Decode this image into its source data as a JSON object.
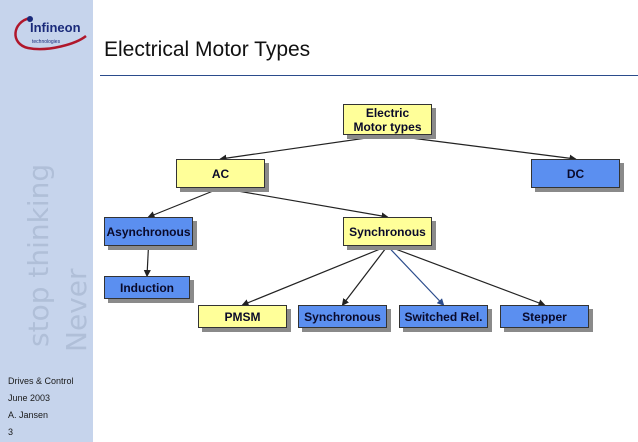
{
  "slide": {
    "title": "Electrical Motor Types",
    "page_number": "3"
  },
  "sidebar": {
    "logo_text": "Infineon technologies",
    "watermark": "Never stop thinking",
    "footer": [
      "Drives & Control",
      "June 2003",
      "A. Jansen",
      "3"
    ]
  },
  "colors": {
    "yellow": "#ffff99",
    "blue": "#5b8ff0",
    "sidebar": "#c6d4ec",
    "line": "#222222",
    "highlight_line": "#2b4c8c"
  },
  "nodes": {
    "root": {
      "label_1": "Electric",
      "label_2": "Motor types",
      "fill": "yellow"
    },
    "ac": {
      "label": "AC",
      "fill": "yellow"
    },
    "dc": {
      "label": "DC",
      "fill": "blue"
    },
    "asynchronous": {
      "label": "Asynchronous",
      "fill": "blue"
    },
    "synchronous": {
      "label": "Synchronous",
      "fill": "yellow"
    },
    "induction": {
      "label": "Induction",
      "fill": "blue"
    },
    "pmsm": {
      "label": "PMSM",
      "fill": "yellow"
    },
    "synchronous_leaf": {
      "label": "Synchronous",
      "fill": "blue"
    },
    "switched_rel": {
      "label": "Switched Rel.",
      "fill": "blue"
    },
    "stepper": {
      "label": "Stepper",
      "fill": "blue"
    }
  },
  "edges": [
    [
      "root",
      "ac"
    ],
    [
      "root",
      "dc"
    ],
    [
      "ac",
      "asynchronous"
    ],
    [
      "ac",
      "synchronous"
    ],
    [
      "asynchronous",
      "induction"
    ],
    [
      "synchronous",
      "pmsm"
    ],
    [
      "synchronous",
      "synchronous_leaf"
    ],
    [
      "synchronous",
      "switched_rel"
    ],
    [
      "synchronous",
      "stepper"
    ]
  ]
}
